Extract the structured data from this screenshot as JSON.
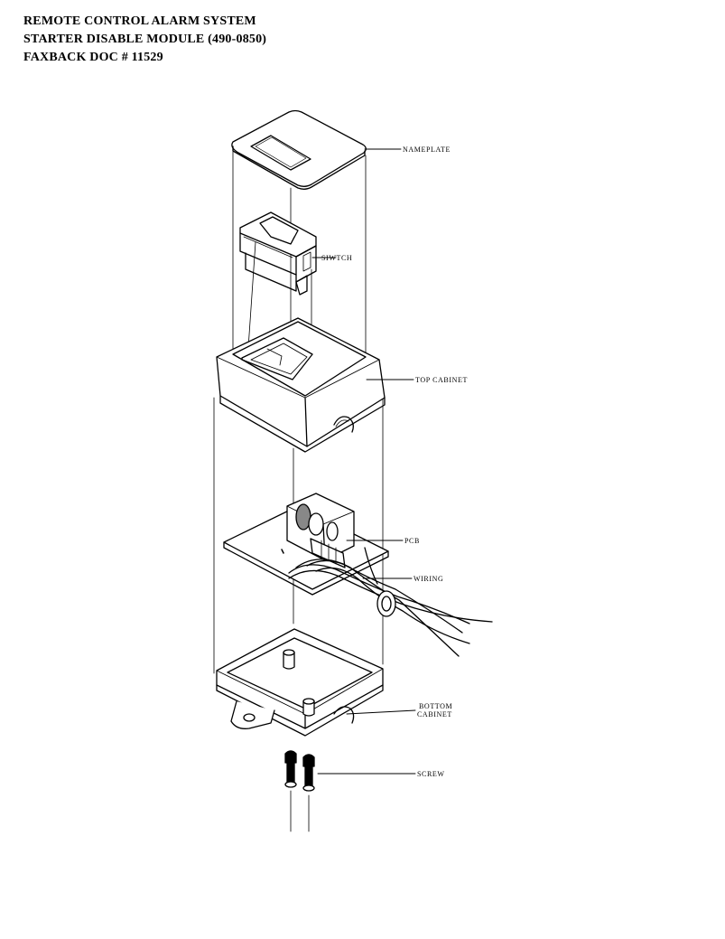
{
  "header": {
    "line1": "REMOTE CONTROL ALARM SYSTEM",
    "line2": "STARTER DISABLE MODULE  (490-0850)",
    "line3": "FAXBACK DOC # 11529"
  },
  "labels": {
    "nameplate": "NAMEPLATE",
    "switch": "SIWTCH",
    "top_cabinet": "TOP CABINET",
    "pcb": "PCB",
    "wiring": "WIRING",
    "bottom_cabinet_1": "BOTTOM",
    "bottom_cabinet_2": "CABINET",
    "screw": "SCREW"
  }
}
